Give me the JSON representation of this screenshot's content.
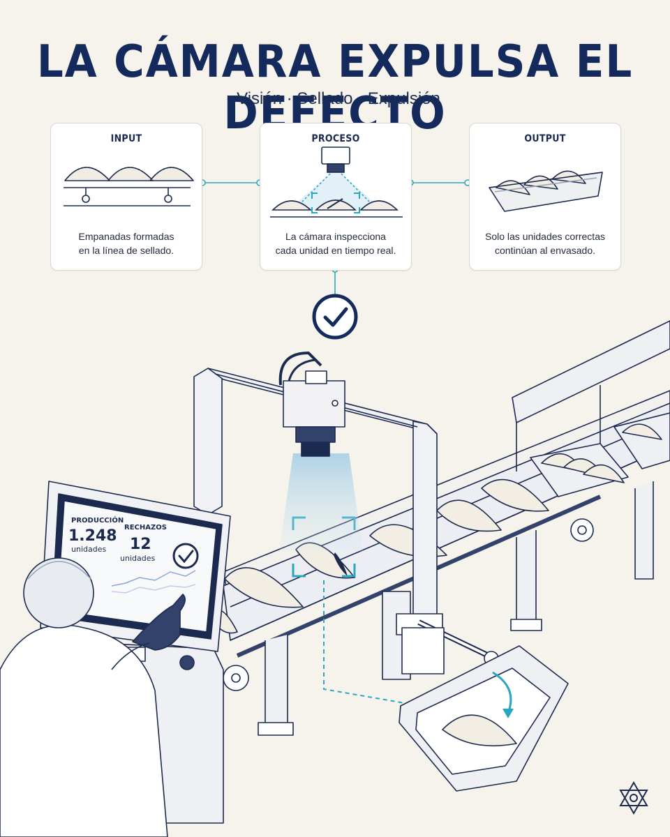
{
  "title": "LA CÁMARA EXPULSA EL DEFECTO",
  "subtitle": "Visión · Sellado · Expulsión",
  "steps": [
    {
      "label": "INPUT",
      "line1": "Empanadas formadas",
      "line2": "en la línea de sellado."
    },
    {
      "label": "PROCESO",
      "line1": "La cámara inspecciona",
      "line2": "cada unidad en tiempo real."
    },
    {
      "label": "OUTPUT",
      "line1": "Solo las unidades correctas",
      "line2": "continúan al envasado."
    }
  ],
  "monitor": {
    "production": {
      "label": "PRODUCCIÓN",
      "value": "1.248",
      "unit": "unidades"
    },
    "rejects": {
      "label": "RECHAZOS",
      "value": "12",
      "unit": "unidades"
    }
  },
  "colors": {
    "navy": "#142a5c",
    "cyan": "#2ba6bf",
    "background": "#f6f3ec"
  }
}
